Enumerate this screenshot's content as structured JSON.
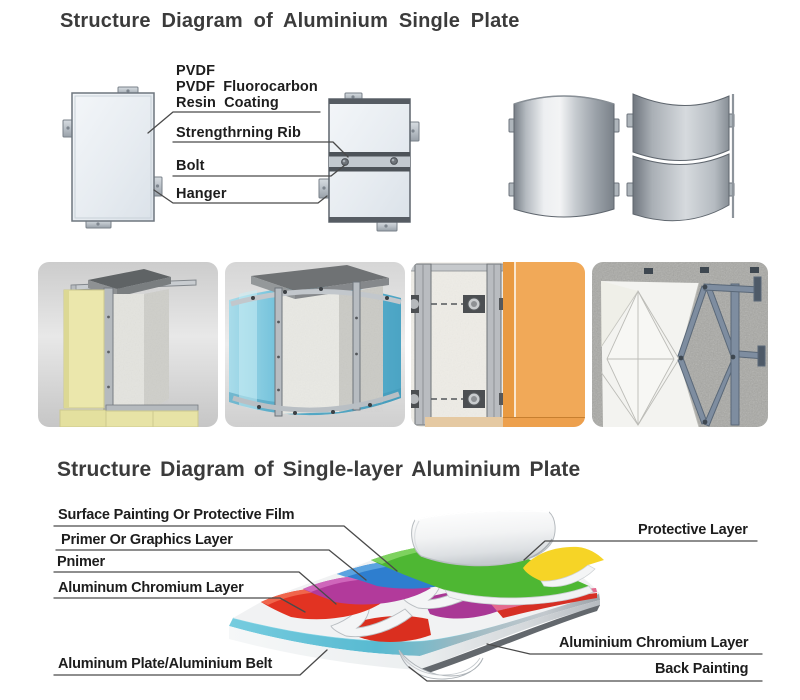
{
  "titles": {
    "top": "Structure Diagram of Aluminium Single Plate",
    "bottom": "Structure Diagram of Single-layer Aluminium Plate"
  },
  "panel_diagram": {
    "labels": {
      "pvdf": "PVDF",
      "pvdf_fluorocarbon": "PVDF Fluorocarbon",
      "resin_coating": "Resin Coating",
      "strengthening_rib": "Strengthrning Rib",
      "bolt": "Bolt",
      "hanger": "Hanger"
    }
  },
  "layer_diagram": {
    "labels_left": [
      "Surface Painting Or Protective Film",
      "Primer Or Graphics Layer",
      "Pnimer",
      "Aluminum Chromium Layer",
      "Aluminum Plate/Aluminium Belt"
    ],
    "labels_right": [
      "Protective Layer",
      "Aluminium Chromium Layer",
      "Back Painting"
    ],
    "layer_colors": {
      "protective_film": "#f4f5f6",
      "yellow": "#f6d426",
      "green": "#4eb733",
      "blue": "#2e7ecf",
      "magenta": "#b23a9b",
      "red": "#e23322",
      "plate_top_cyan": "#66c3d9",
      "plate_body": "#eef0f2",
      "back_dark": "#63686d"
    }
  },
  "photos": {
    "palette": {
      "panel_yellow": "#ebe7ac",
      "panel_blue": "#6fc0da",
      "panel_orange": "#f0a455",
      "concrete": "#e7e6e1",
      "steel": "#b7bcc1"
    }
  }
}
